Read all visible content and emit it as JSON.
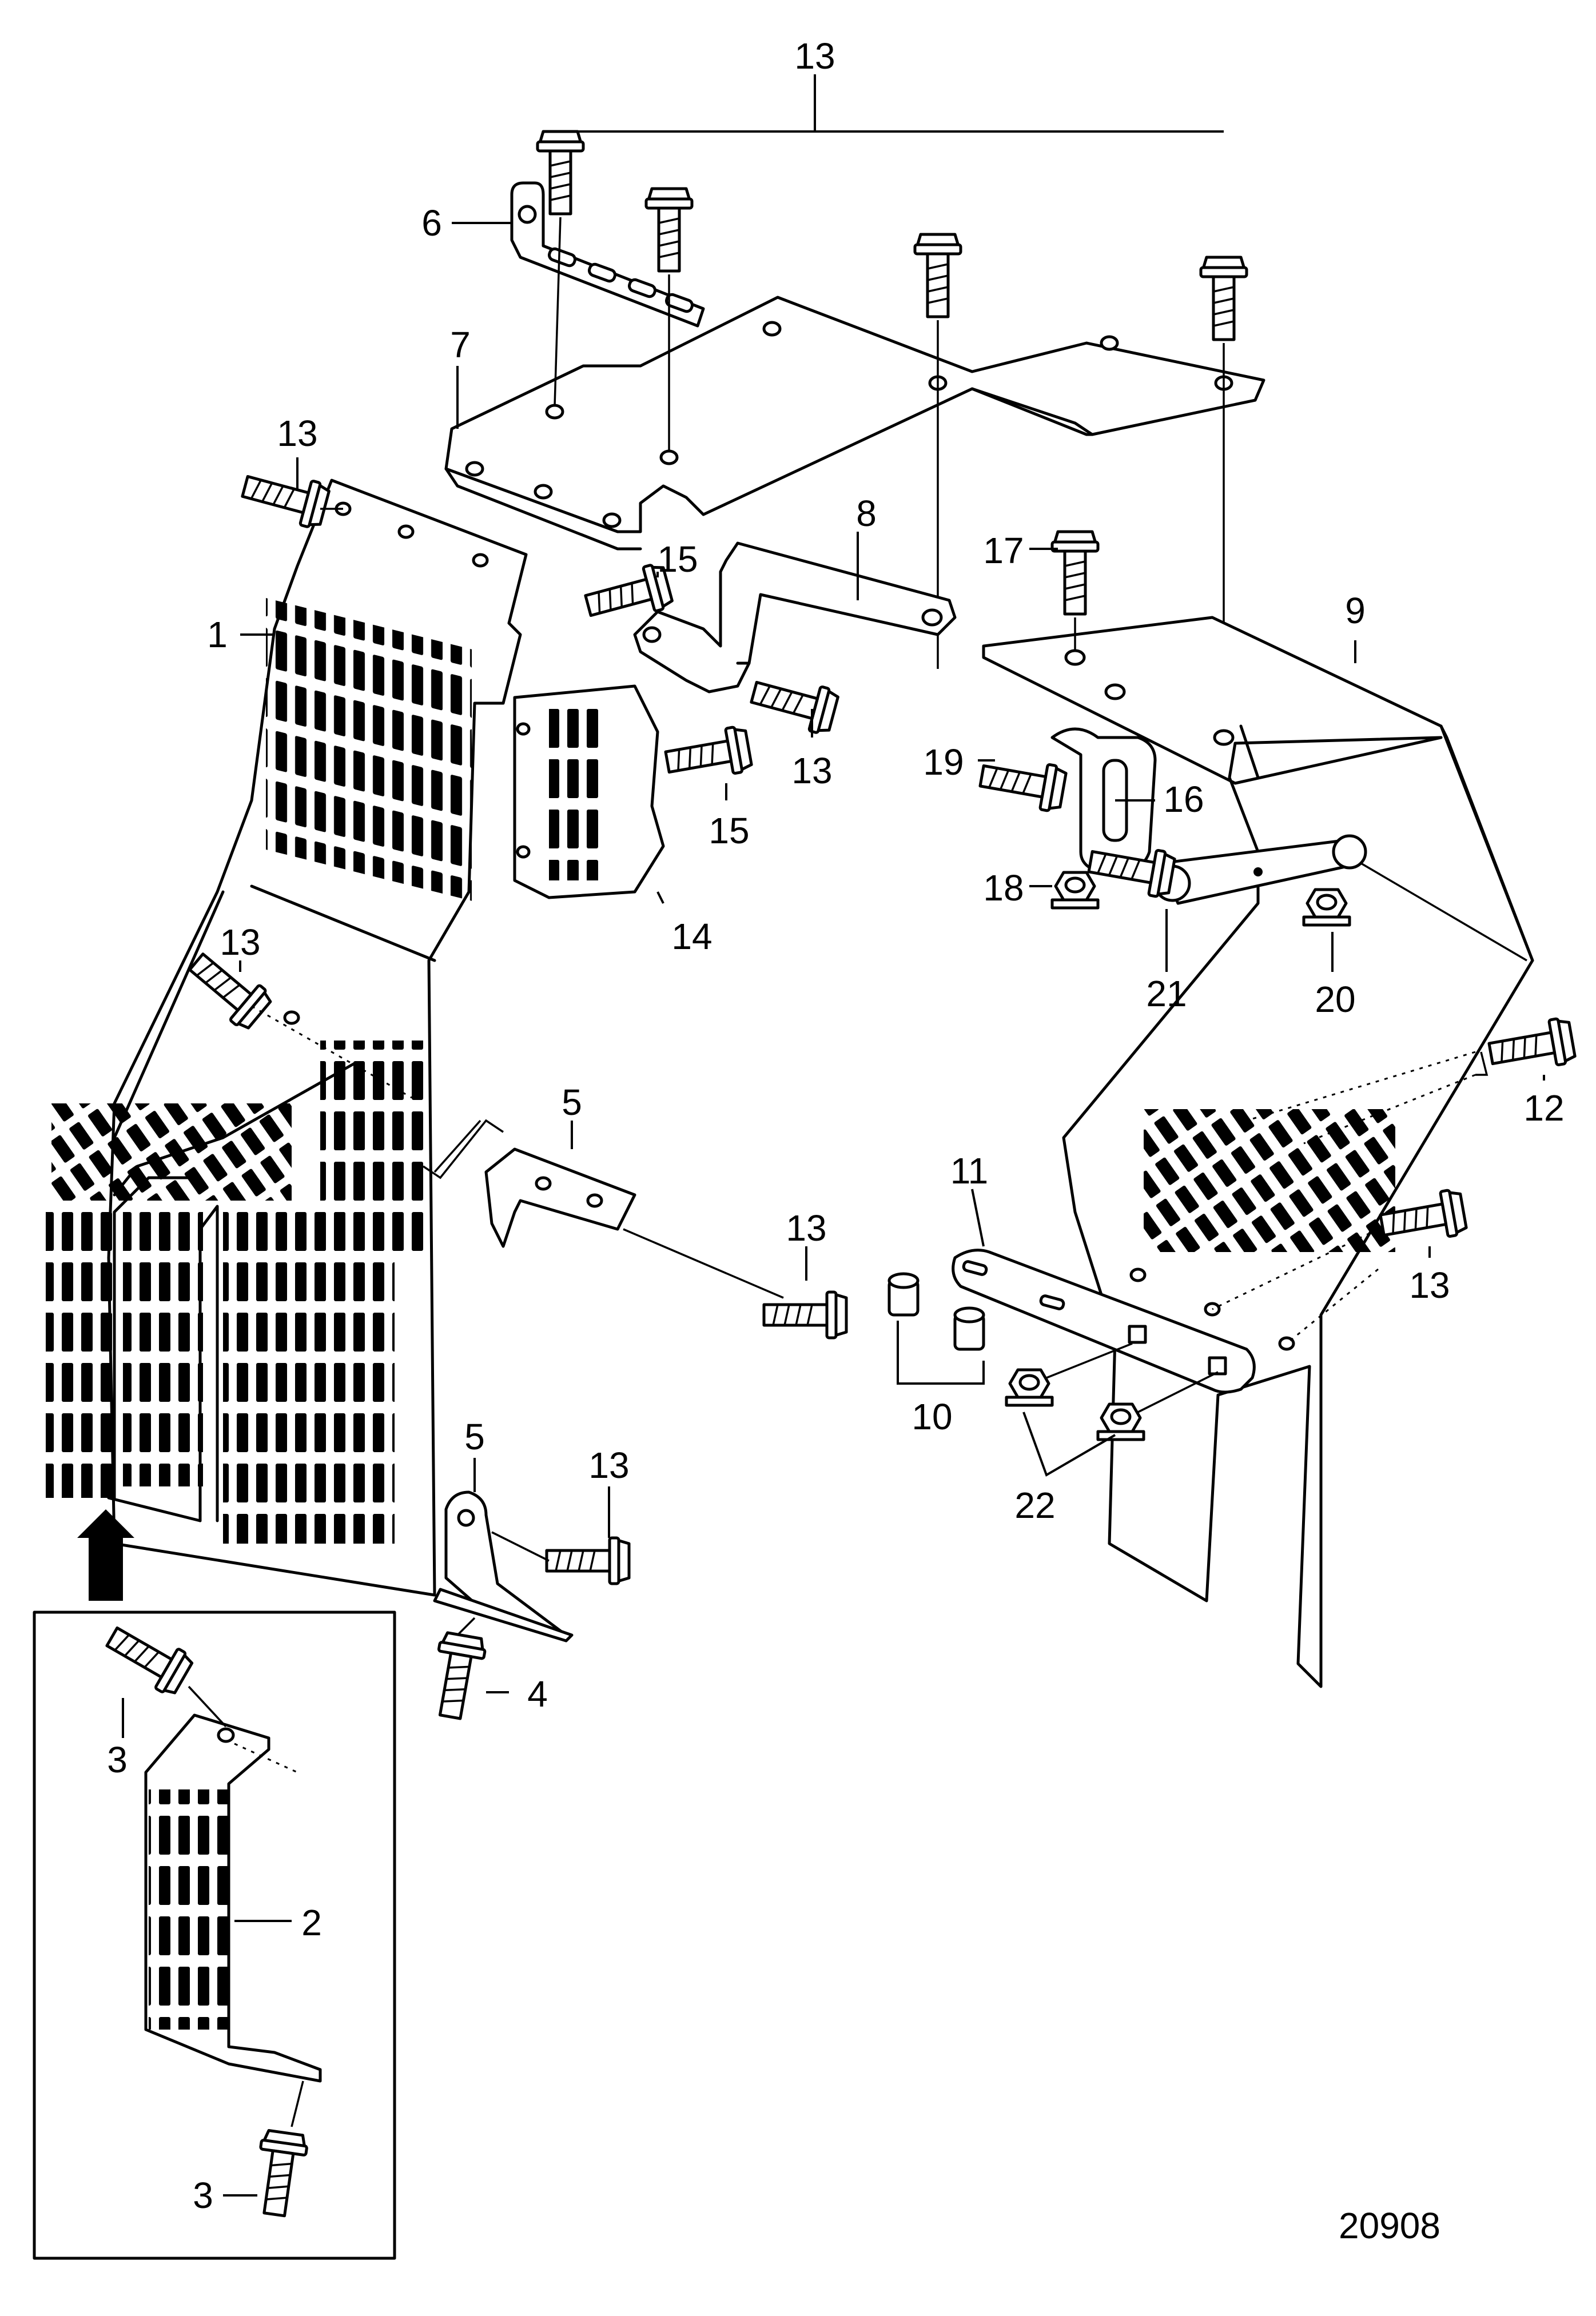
{
  "drawing_number": "20908",
  "callouts": [
    {
      "id": "c13-top",
      "label": "13"
    },
    {
      "id": "c6",
      "label": "6"
    },
    {
      "id": "c7",
      "label": "7"
    },
    {
      "id": "c13-left",
      "label": "13"
    },
    {
      "id": "c1",
      "label": "1"
    },
    {
      "id": "c15-top",
      "label": "15"
    },
    {
      "id": "c8",
      "label": "8"
    },
    {
      "id": "c17",
      "label": "17"
    },
    {
      "id": "c9",
      "label": "9"
    },
    {
      "id": "c13-mid",
      "label": "13"
    },
    {
      "id": "c15-bot",
      "label": "15"
    },
    {
      "id": "c14",
      "label": "14"
    },
    {
      "id": "c19",
      "label": "19"
    },
    {
      "id": "c16",
      "label": "16"
    },
    {
      "id": "c18",
      "label": "18"
    },
    {
      "id": "c21",
      "label": "21"
    },
    {
      "id": "c20",
      "label": "20"
    },
    {
      "id": "c13-shield",
      "label": "13"
    },
    {
      "id": "c5-upper",
      "label": "5"
    },
    {
      "id": "c12",
      "label": "12"
    },
    {
      "id": "c11",
      "label": "11"
    },
    {
      "id": "c13-low",
      "label": "13"
    },
    {
      "id": "c13-right",
      "label": "13"
    },
    {
      "id": "c10",
      "label": "10"
    },
    {
      "id": "c22",
      "label": "22"
    },
    {
      "id": "c5-lower",
      "label": "5"
    },
    {
      "id": "c13-bottom",
      "label": "13"
    },
    {
      "id": "c4",
      "label": "4"
    },
    {
      "id": "c3-top",
      "label": "3"
    },
    {
      "id": "c2",
      "label": "2"
    },
    {
      "id": "c3-bot",
      "label": "3"
    }
  ]
}
